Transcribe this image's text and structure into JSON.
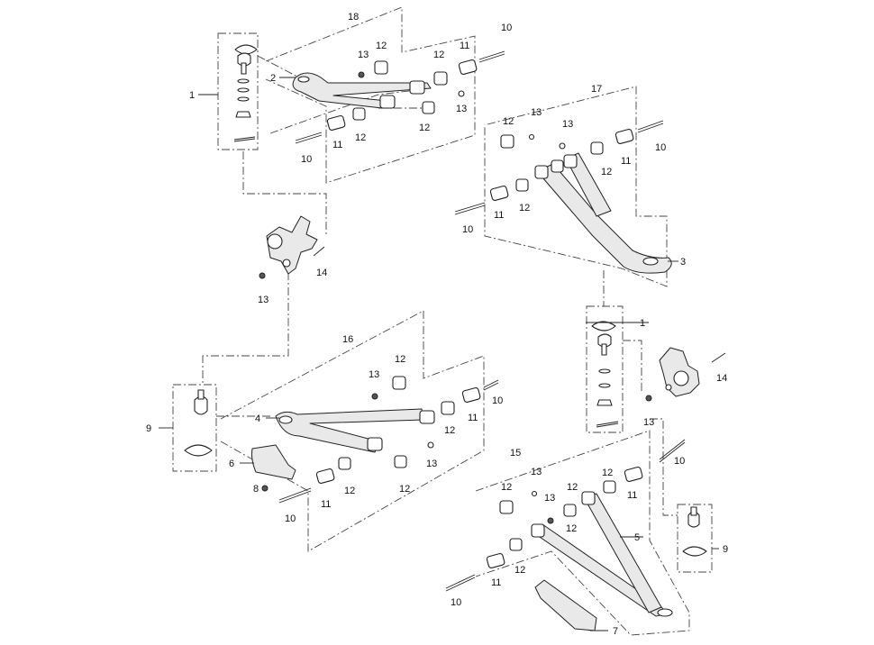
{
  "diagram": {
    "labels": {
      "l18": "18",
      "l17": "17",
      "l16": "16",
      "l15": "15",
      "l1a": "1",
      "l1b": "1",
      "l2": "2",
      "l3": "3",
      "l4": "4",
      "l5": "5",
      "l6": "6",
      "l7": "7",
      "l8": "8",
      "l9a": "9",
      "l9b": "9",
      "l10a": "10",
      "l10b": "10",
      "l10c": "10",
      "l10d": "10",
      "l10e": "10",
      "l10f": "10",
      "l10g": "10",
      "l10h": "10",
      "l11a": "11",
      "l11b": "11",
      "l11c": "11",
      "l11d": "11",
      "l11e": "11",
      "l11f": "11",
      "l11g": "11",
      "l11h": "11",
      "l12a": "12",
      "l12b": "12",
      "l12c": "12",
      "l12d": "12",
      "l12e": "12",
      "l12f": "12",
      "l12g": "12",
      "l12h": "12",
      "l12i": "12",
      "l12j": "12",
      "l12k": "12",
      "l12l": "12",
      "l12m": "12",
      "l12n": "12",
      "l12o": "12",
      "l12p": "12",
      "l13a": "13",
      "l13b": "13",
      "l13c": "13",
      "l13d": "13",
      "l13e": "13",
      "l13f": "13",
      "l13g": "13",
      "l13h": "13",
      "l13i": "13",
      "l14a": "14",
      "l14b": "14"
    }
  }
}
